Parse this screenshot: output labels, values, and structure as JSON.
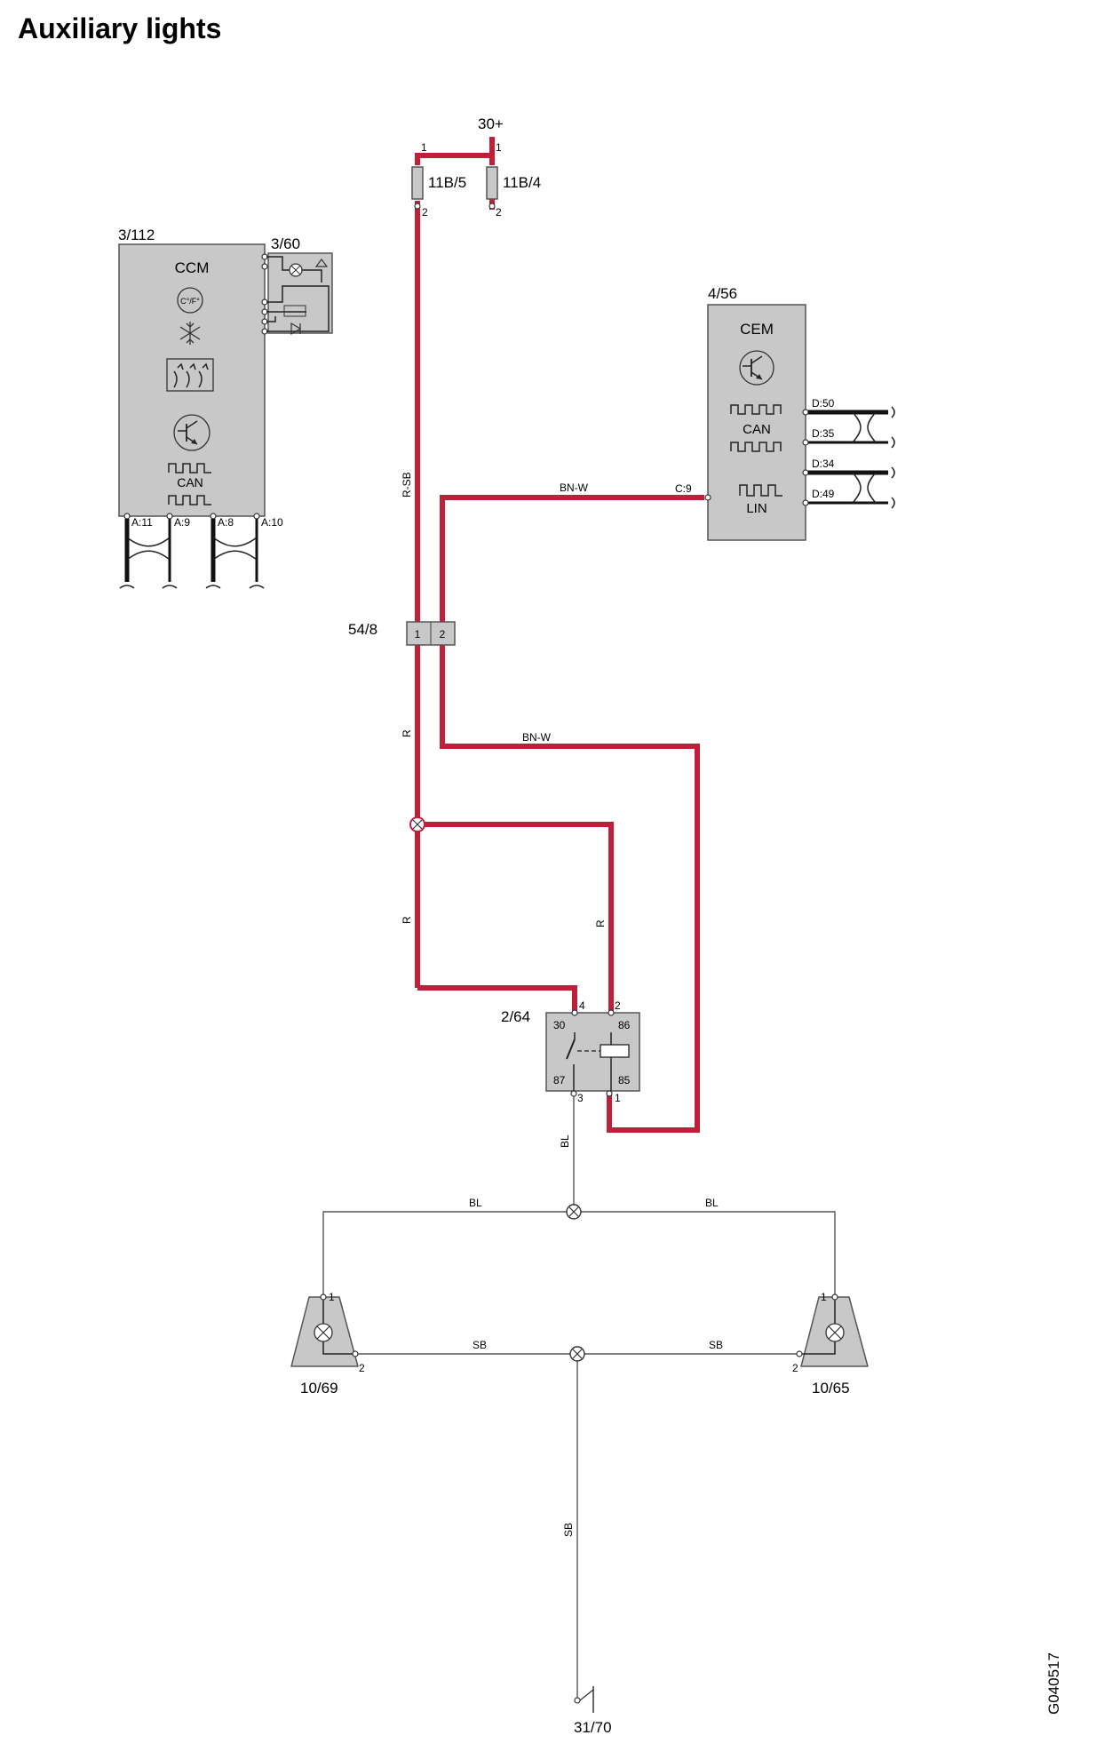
{
  "title": "Auxiliary lights",
  "figure_id": "G040517",
  "supply": {
    "label": "30+",
    "pin_a": "1",
    "pin_b": "1"
  },
  "fuses": [
    {
      "id": "11B/5",
      "pin_top": "1",
      "pin_bottom": "2"
    },
    {
      "id": "11B/4",
      "pin_top": "1",
      "pin_bottom": "2"
    }
  ],
  "ccm": {
    "id": "3/112",
    "name": "CCM",
    "temp_symbol": "C°/F°",
    "can_label": "CAN",
    "pins": [
      "A:11",
      "A:9",
      "A:8",
      "A:10"
    ]
  },
  "panel": {
    "id": "3/60"
  },
  "cem": {
    "id": "4/56",
    "name": "CEM",
    "can_label": "CAN",
    "lin_label": "LIN",
    "pins": [
      "D:50",
      "D:35",
      "D:34",
      "D:49"
    ],
    "input_pin": "C:9"
  },
  "connector": {
    "id": "54/8",
    "pin1": "1",
    "pin2": "2"
  },
  "relay": {
    "id": "2/64",
    "t30": "30",
    "t86": "86",
    "t87": "87",
    "t85": "85",
    "p4": "4",
    "p2": "2",
    "p3": "3",
    "p1": "1"
  },
  "wires": {
    "r_sb": "R-SB",
    "bn_w_top": "BN-W",
    "bn_w_mid": "BN-W",
    "r_a": "R",
    "r_b": "R",
    "r_c": "R",
    "bl_down": "BL",
    "bl_left": "BL",
    "bl_right": "BL",
    "sb_left": "SB",
    "sb_right": "SB",
    "sb_down": "SB"
  },
  "lamps": [
    {
      "id": "10/69",
      "pin1": "1",
      "pin2": "2"
    },
    {
      "id": "10/65",
      "pin1": "1",
      "pin2": "2"
    }
  ],
  "ground": {
    "id": "31/70"
  }
}
